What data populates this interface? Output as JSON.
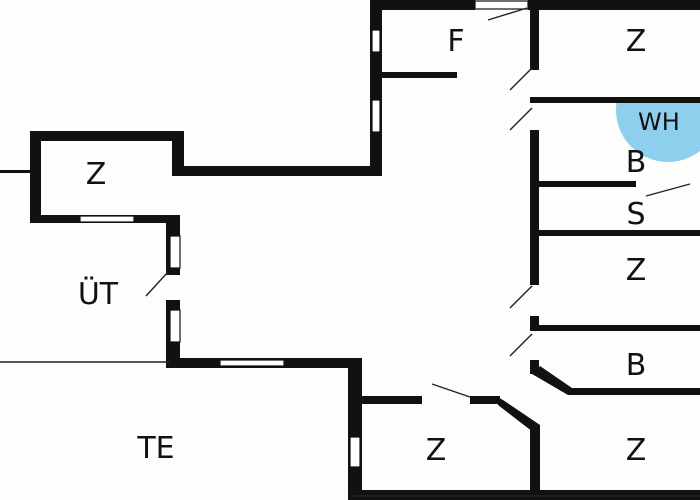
{
  "floorplan": {
    "labels": {
      "f": "F",
      "z_top_right": "Z",
      "wh": "WH",
      "b_upper": "B",
      "s": "S",
      "z_left": "Z",
      "ut": "ÜT",
      "z_middle_right": "Z",
      "b_lower": "B",
      "te": "TE",
      "z_bottom_middle": "Z",
      "z_bottom_right": "Z"
    },
    "colors": {
      "wall": "#111111",
      "floor": "#fdfdfb",
      "wh_circle": "#8ecfee"
    }
  }
}
